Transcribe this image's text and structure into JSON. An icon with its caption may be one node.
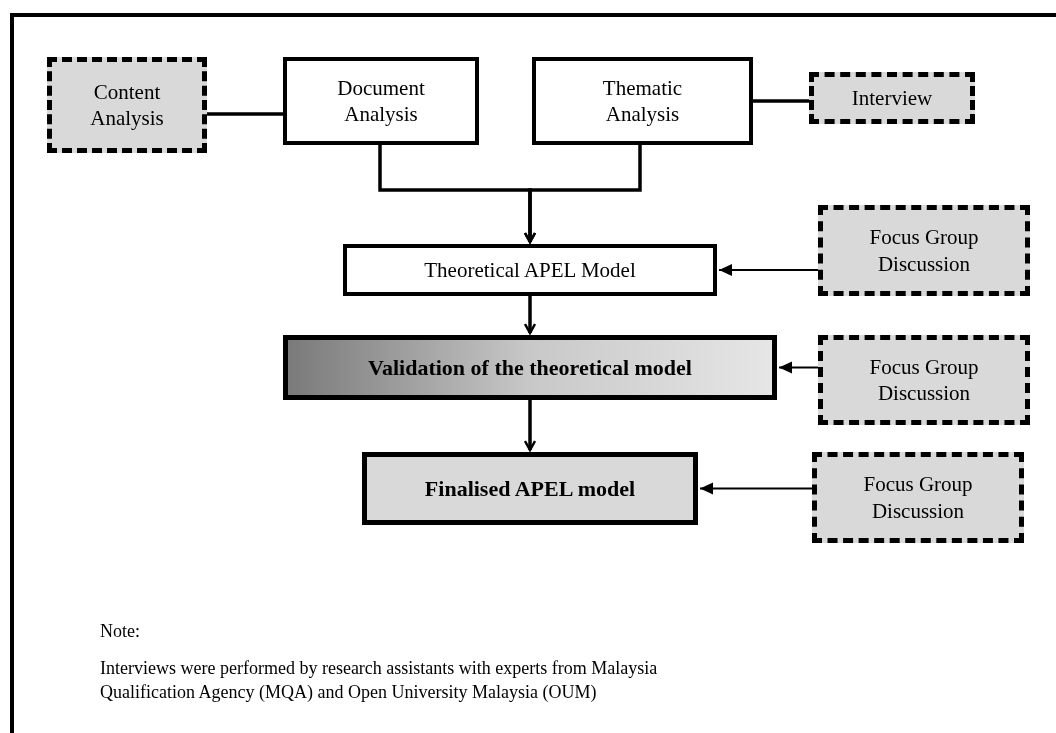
{
  "diagram": {
    "nodes": [
      {
        "text": [
          "Content Analysis"
        ]
      },
      {
        "text": [
          "Document Analysis"
        ]
      },
      {
        "text": [
          "Thematic Analysis"
        ]
      },
      {
        "text": [
          "Interview"
        ]
      },
      {
        "text": [
          "Theoretical APEL Model"
        ]
      },
      {
        "text": [
          "Focus Group Discussion"
        ]
      },
      {
        "text": [
          "Validation of the theoretical model"
        ]
      },
      {
        "text": [
          "Focus Group Discussion"
        ]
      },
      {
        "text": [
          "Finalised APEL model"
        ]
      },
      {
        "text": [
          "Focus Group Discussion"
        ]
      }
    ],
    "edges": [
      {
        "from": 0,
        "to": 1,
        "arrow": "none"
      },
      {
        "from": 2,
        "to": 3,
        "arrow": "none"
      },
      {
        "from": 1,
        "to": 4,
        "arrow": "to"
      },
      {
        "from": 2,
        "to": 4,
        "arrow": "to"
      },
      {
        "from": 5,
        "to": 4,
        "arrow": "to"
      },
      {
        "from": 4,
        "to": 6,
        "arrow": "to"
      },
      {
        "from": 7,
        "to": 6,
        "arrow": "to"
      },
      {
        "from": 6,
        "to": 8,
        "arrow": "to"
      },
      {
        "from": 9,
        "to": 8,
        "arrow": "to"
      }
    ],
    "labels": [
      "Note:",
      "Interviews were performed by research assistants with experts from Malaysia Qualification Agency (MQA) and Open University Malaysia (OUM)"
    ]
  }
}
